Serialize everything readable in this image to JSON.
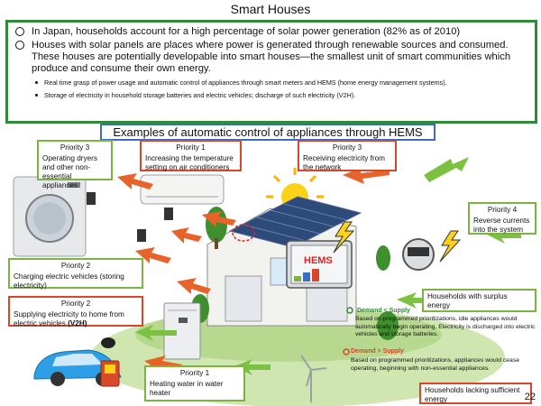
{
  "title": "Smart Houses",
  "bullets": [
    "In Japan, households account for a high percentage of solar power generation (82% as of 2010)",
    "Houses with solar panels are places where power is generated through renewable sources and consumed. These houses are potentially developable into smart houses—the smallest unit of smart communities which produce and consume their own energy."
  ],
  "sub_bullets": [
    "Real time grasp of power usage and automatic control of appliances through smart meters and HEMS (home energy management systems).",
    "Storage of electricity in household storage batteries and electric vehicles; discharge of such electricity (V2H)."
  ],
  "subtitle": "Examples of automatic control of appliances through HEMS",
  "hems_label": "HEMS",
  "boxes": {
    "dryers": {
      "priority": "Priority 3",
      "body": "Operating dryers and other non-essential appliances"
    },
    "aircon": {
      "priority": "Priority 1",
      "body": "Increasing the temperature setting on air conditioners"
    },
    "network": {
      "priority": "Priority 3",
      "body": "Receiving electricity from the network"
    },
    "reverse": {
      "priority": "Priority 4",
      "body": "Reverse currents into the system"
    },
    "ev_charge": {
      "priority": "Priority 2",
      "body": "Charging electric vehicles (storing electricity)"
    },
    "v2h": {
      "priority": "Priority 2",
      "body": "Supplying electricity to home from electric vehicles",
      "bold": "(V2H)"
    },
    "water": {
      "priority": "Priority 1",
      "body": "Heating water in water heater"
    },
    "surplus": {
      "body": "Households with surplus energy"
    },
    "lacking": {
      "body": "Households lacking sufficient energy"
    }
  },
  "legend": {
    "demand_lt": {
      "tag": "Demand < Supply",
      "text": "Based on programmed prioritizations, idle appliances would automatically begin operating. Electricity is discharged into electric vehicles and storage batteries."
    },
    "demand_gt": {
      "tag": "Demand > Supply",
      "text": "Based on programmed prioritizations, appliances would cease operating, beginning with non-essential appliances."
    }
  },
  "page_number": "22",
  "colors": {
    "green": "#7cb342",
    "red": "#d9472b",
    "blue": "#3b6cc2",
    "frame_green": "#2e8b3a"
  }
}
